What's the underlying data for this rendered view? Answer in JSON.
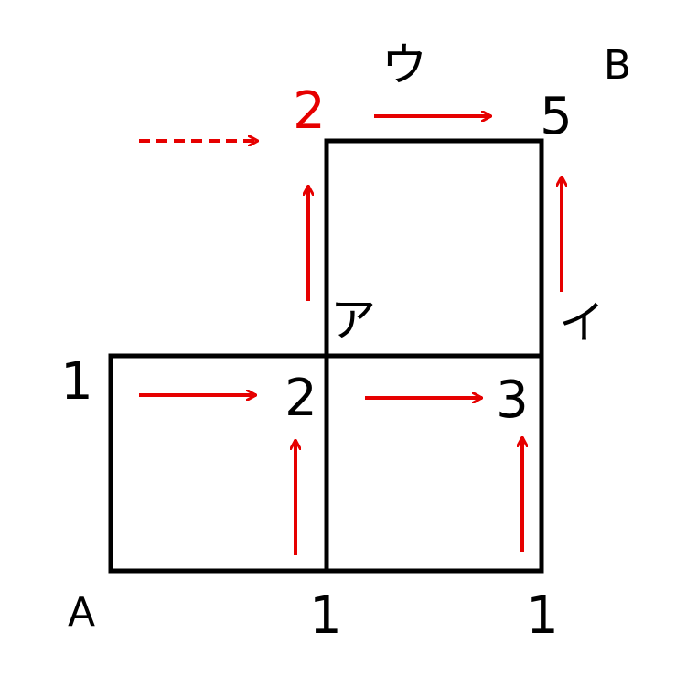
{
  "colors": {
    "line": "#000000",
    "accent": "#e60000",
    "background": "#ffffff"
  },
  "vertices": {
    "A": "A",
    "B": "B",
    "a": "ア",
    "i": "イ",
    "u": "ウ"
  },
  "counts": {
    "top_left_row": "1",
    "middle_left": "2",
    "middle_right": "3",
    "bottom_middle": "1",
    "bottom_right": "1",
    "top_red": "2",
    "top_right": "5"
  }
}
